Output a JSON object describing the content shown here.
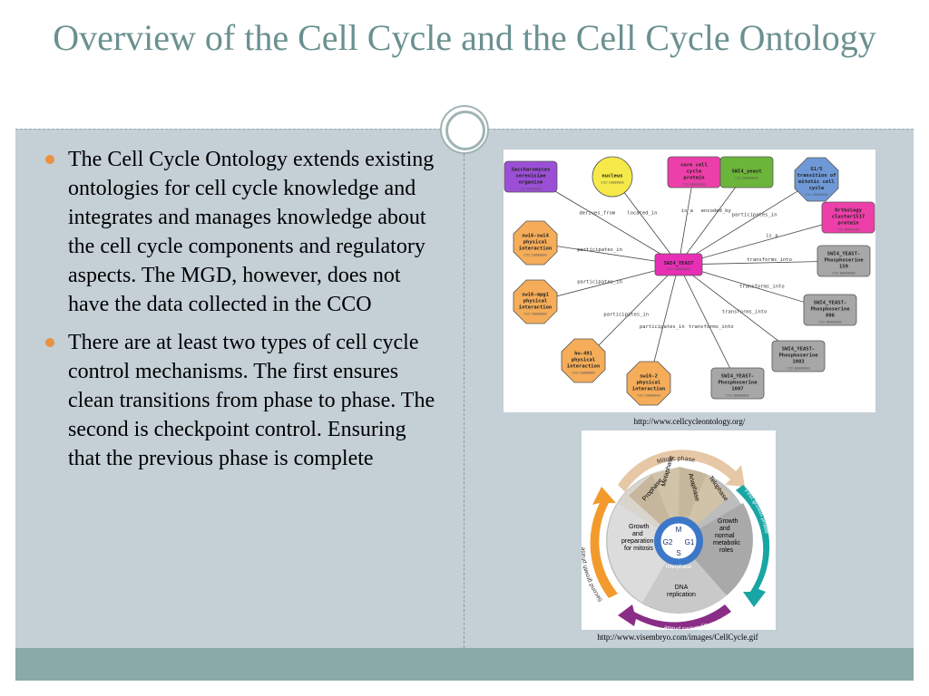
{
  "slide": {
    "title": "Overview of the Cell Cycle and the Cell Cycle Ontology",
    "bullets": [
      "The Cell Cycle Ontology extends existing ontologies for cell cycle knowledge and integrates and manages knowledge about the cell cycle components and regulatory aspects. The MGD, however, does not have the data collected in the CCO",
      "There are at least two types of cell cycle control mechanisms. The first ensures clean transitions from phase to phase. The second is checkpoint control. Ensuring that the previous phase is complete"
    ],
    "bullet_color": "#e8913f",
    "title_color": "#6b9090",
    "footer_color": "#88aaa9"
  },
  "figure_cco": {
    "caption": "http://www.cellcycleontology.org/",
    "center": {
      "label": "SWI4_YEAST",
      "id": "CCO:B0000000",
      "color": "#e62fb4"
    },
    "nodes": [
      {
        "lines": [
          "Saccharomyces",
          "cerevisiae",
          "organism"
        ],
        "id": "CCO:T0000000",
        "color": "#9b4fd6",
        "shape": "rect",
        "edge": "derives_from"
      },
      {
        "lines": [
          "nucleus"
        ],
        "id": "CCO:C0000000",
        "color": "#f5ea49",
        "shape": "circle",
        "edge": "located_in"
      },
      {
        "lines": [
          "core cell",
          "cycle",
          "protein"
        ],
        "id": "CCO:B0000000",
        "color": "#ed3fa9",
        "shape": "rect",
        "edge": "is_a"
      },
      {
        "lines": [
          "SWI4_yeast"
        ],
        "id": "CCO:G0000000",
        "color": "#6cb53b",
        "shape": "rect",
        "edge": "encoded_by"
      },
      {
        "lines": [
          "G1/S",
          "transition of",
          "mitotic cell",
          "cycle"
        ],
        "id": "CCO:P0000000",
        "color": "#6f99d6",
        "shape": "oct",
        "edge": "participates_in"
      },
      {
        "lines": [
          "Orthology",
          "cluster1517",
          "protein"
        ],
        "id": "CCO:B0000000",
        "color": "#ed3fa9",
        "shape": "rect",
        "edge": "is_a"
      },
      {
        "lines": [
          "SWI4_YEAST-",
          "Phosphoserine",
          "159"
        ],
        "id": "CCO:B0000000",
        "color": "#a7a7a7",
        "shape": "rect",
        "edge": "transforms_into"
      },
      {
        "lines": [
          "SWI4_YEAST-",
          "Phosphoserine",
          "806"
        ],
        "id": "CCO:B0000000",
        "color": "#a7a7a7",
        "shape": "rect",
        "edge": "transforms_into"
      },
      {
        "lines": [
          "SWI4_YEAST-",
          "Phosphoserine",
          "1003"
        ],
        "id": "CCO:B0000000",
        "color": "#a7a7a7",
        "shape": "rect",
        "edge": "transforms_into"
      },
      {
        "lines": [
          "SWI4_YEAST-",
          "Phosphoserine",
          "1007"
        ],
        "id": "CCO:B0000000",
        "color": "#a7a7a7",
        "shape": "rect",
        "edge": "transforms_into"
      },
      {
        "lines": [
          "swi6-2",
          "physical",
          "interaction"
        ],
        "id": "CCO:I0000000",
        "color": "#f5ad5a",
        "shape": "oct",
        "edge": "participates_in"
      },
      {
        "lines": [
          "ho-491",
          "physical",
          "interaction"
        ],
        "id": "CCO:I0000000",
        "color": "#f5ad5a",
        "shape": "oct",
        "edge": "participates_in"
      },
      {
        "lines": [
          "swi6-mpg1",
          "physical",
          "interaction"
        ],
        "id": "CCO:I0000000",
        "color": "#f5ad5a",
        "shape": "oct",
        "edge": "participates_in"
      },
      {
        "lines": [
          "swi6-swi4",
          "physical",
          "interaction"
        ],
        "id": "CCO:I0000000",
        "color": "#f5ad5a",
        "shape": "oct",
        "edge": "participates_in"
      }
    ]
  },
  "figure_cycle": {
    "caption": "http://www.visembryo.com/images/CellCycle.gif",
    "outer_labels": [
      "Mitotic phase",
      "First growth phase",
      "Synthesis phase",
      "Second growth phase"
    ],
    "mitotic_subphases": [
      "Prophase",
      "Metaphase",
      "Anaphase",
      "Telophase"
    ],
    "sectors": [
      "Growth and preparation for mitosis",
      "Growth and normal metabolic roles",
      "DNA replication"
    ],
    "hub": {
      "m": "M",
      "g2": "G2",
      "g1": "G1",
      "s": "S",
      "interphase": "Interphase"
    }
  }
}
